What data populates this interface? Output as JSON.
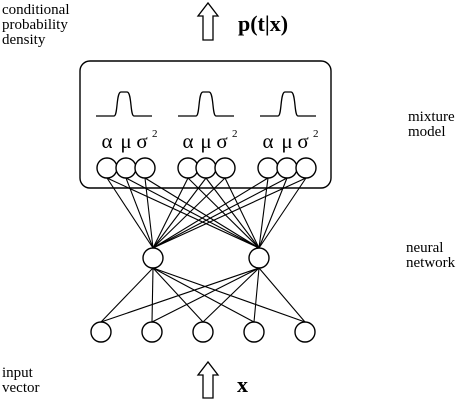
{
  "labels": {
    "top_left": [
      "conditional",
      "probability",
      "density"
    ],
    "output_formula": "p(t|x)",
    "right_mixture": [
      "mixture",
      "model"
    ],
    "right_network": [
      "neural",
      "network"
    ],
    "bottom_left": [
      "input",
      "vector"
    ],
    "input_symbol": "x"
  },
  "mixture_params": [
    "α",
    "μ",
    "σ"
  ],
  "sigma_superscript": "2",
  "groups": 3,
  "input_node_count": 5,
  "hidden_node_count": 2
}
